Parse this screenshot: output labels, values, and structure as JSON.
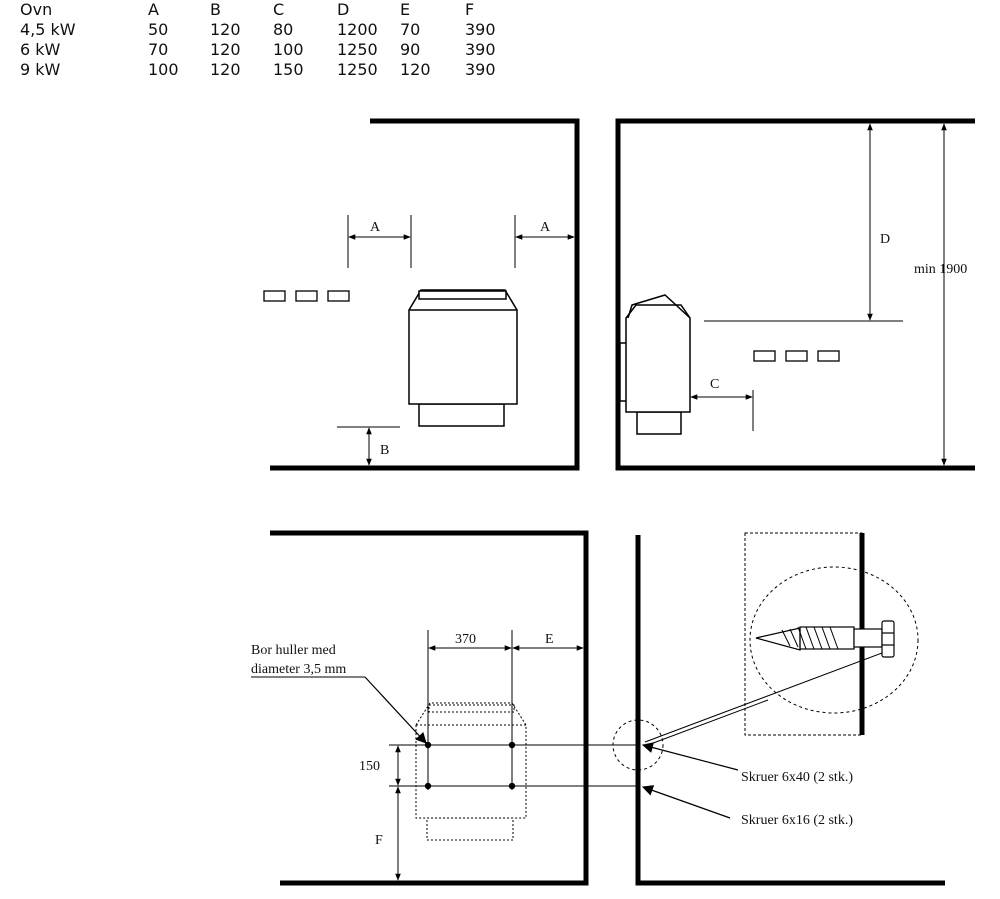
{
  "table": {
    "headers": [
      "Ovn",
      "A",
      "B",
      "C",
      "D",
      "E",
      "F"
    ],
    "rows": [
      [
        "4,5 kW",
        "50",
        "120",
        "80",
        "1200",
        "70",
        "390"
      ],
      [
        "6 kW",
        "70",
        "120",
        "100",
        "1250",
        "90",
        "390"
      ],
      [
        "9 kW",
        "100",
        "120",
        "150",
        "1250",
        "120",
        "390"
      ]
    ]
  },
  "labels": {
    "a": "A",
    "b": "B",
    "c": "C",
    "d": "D",
    "e": "E",
    "f": "F",
    "min_height": "min 1900",
    "width_370": "370",
    "height_150": "150",
    "drill_line1": "Bor huller med",
    "drill_line2": "diameter 3,5 mm",
    "screws_6x40": "Skruer 6x40 (2 stk.)",
    "screws_6x16": "Skruer 6x16 (2 stk.)"
  }
}
